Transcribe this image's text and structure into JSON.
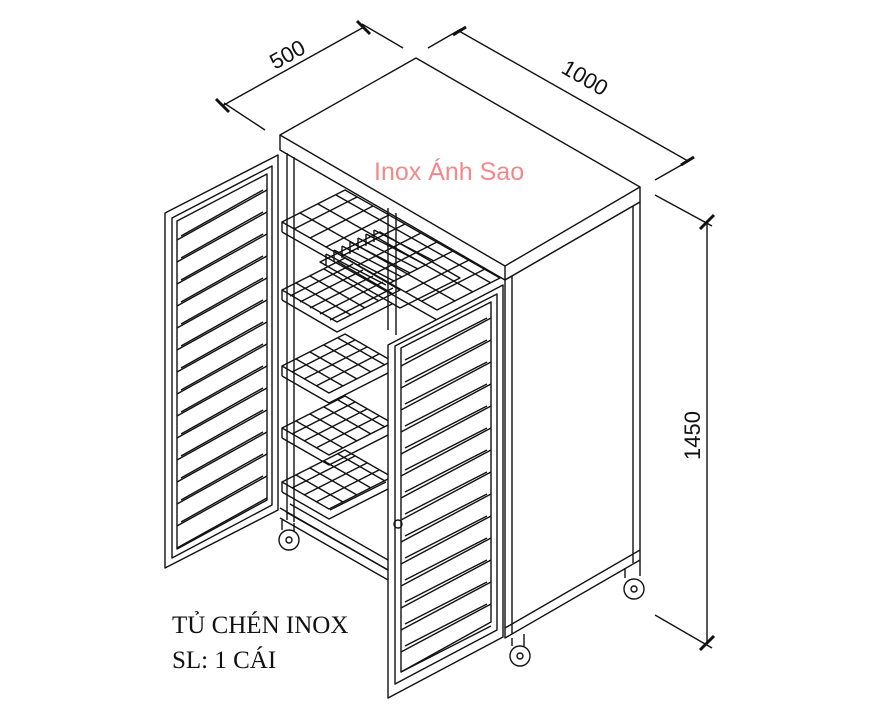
{
  "watermark": {
    "text": "Inox Ánh Sao",
    "color": "#f08a8a"
  },
  "dimensions": {
    "depth": "500",
    "width": "1000",
    "height": "1450"
  },
  "caption": {
    "title": "TỦ CHÉN INOX",
    "quantity": "SL: 1 CÁI"
  },
  "line_color": "#111111"
}
